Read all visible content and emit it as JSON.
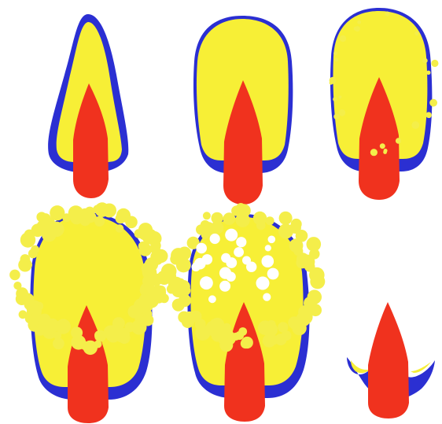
{
  "figure": {
    "panels": [
      {
        "stage": 1,
        "outer_layer": "solid"
      },
      {
        "stage": 2,
        "outer_layer": "solid"
      },
      {
        "stage": 3,
        "outer_layer": "slightly-fragmented"
      },
      {
        "stage": 4,
        "outer_layer": "fragmenting"
      },
      {
        "stage": 5,
        "outer_layer": "fragmenting-with-gaps"
      },
      {
        "stage": 6,
        "outer_layer": "shed"
      }
    ],
    "colors": {
      "background": "#ffffff",
      "outer_shell": "#2b2fd2",
      "yellow_body": "#f7ef36",
      "red_core": "#f0321e",
      "yellow_particle": "#f4ee4a",
      "gap": "#ffffff"
    }
  }
}
